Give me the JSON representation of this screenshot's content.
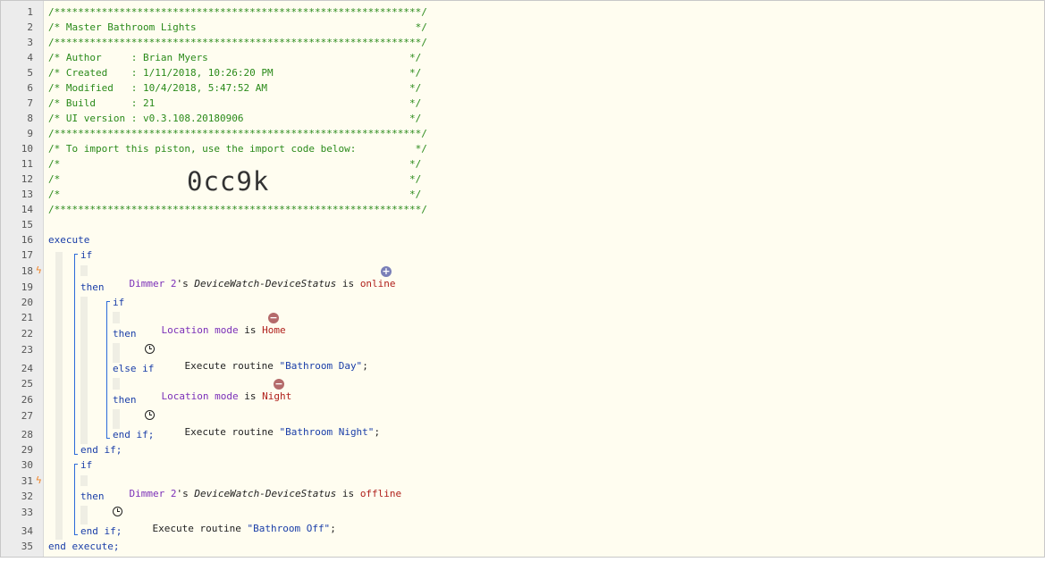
{
  "line_numbers": [
    "1",
    "2",
    "3",
    "4",
    "5",
    "6",
    "7",
    "8",
    "9",
    "10",
    "11",
    "12",
    "13",
    "14",
    "15",
    "16",
    "17",
    "18",
    "19",
    "20",
    "21",
    "22",
    "23",
    "24",
    "25",
    "26",
    "27",
    "28",
    "29",
    "30",
    "31",
    "32",
    "33",
    "34",
    "35"
  ],
  "header": {
    "stars": "/**************************************************************/",
    "title": "/* Master Bathroom Lights                                     */",
    "author": "/* Author     : Brian Myers                                  */",
    "created": "/* Created    : 1/11/2018, 10:26:20 PM                       */",
    "modified": "/* Modified   : 10/4/2018, 5:47:52 AM                        */",
    "build": "/* Build      : 21                                           */",
    "ui_version": "/* UI version : v0.3.108.20180906                            */",
    "import_text": "/* To import this piston, use the import code below:          */",
    "blank": "/*                                                           */",
    "import_code": "0cc9k"
  },
  "code": {
    "execute": "execute",
    "if": "if",
    "then": "then",
    "else_if": "else if",
    "end_if": "end if;",
    "end_execute": "end execute;",
    "device": "Dimmer 2",
    "possessive": "'s ",
    "attribute": "DeviceWatch-DeviceStatus",
    "is": " is ",
    "online": "online",
    "offline": "offline",
    "location_mode": "Location mode",
    "home": "Home",
    "night": "Night",
    "exec_routine": "Execute routine ",
    "bathroom_day": "\"Bathroom Day\"",
    "bathroom_night": "\"Bathroom Night\"",
    "bathroom_off": "\"Bathroom Off\"",
    "semicolon": ";"
  },
  "icons": {
    "trigger": "lightning-icon",
    "add": "plus-icon",
    "remove": "minus-icon",
    "timer": "clock-icon"
  },
  "colors": {
    "comment": "#2a8a1a",
    "keyword": "#1a3ea8",
    "device": "#7b2fb8",
    "value": "#b0201c",
    "background": "#fffdf0"
  }
}
